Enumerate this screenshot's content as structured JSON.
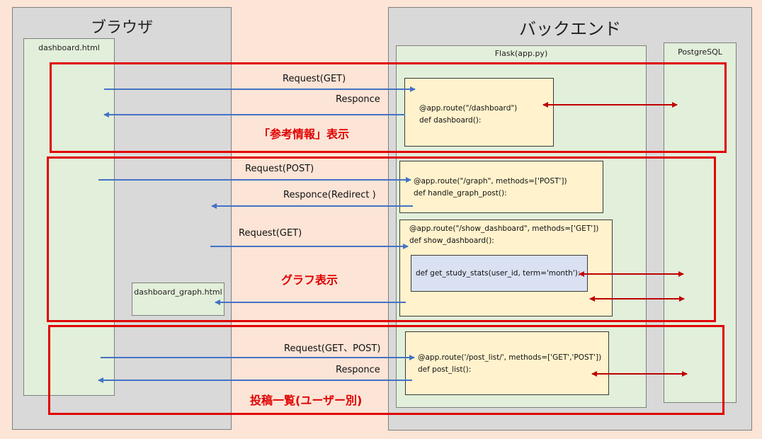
{
  "browser": {
    "title": "ブラウザ",
    "dashboard_html": "dashboard.html",
    "dashboard_graph_html": "dashboard_graph.html"
  },
  "backend": {
    "title": "バックエンド",
    "flask": "Flask(app.py)",
    "postgres": "PostgreSQL"
  },
  "section1": {
    "label": "「参考情報」表示",
    "request": "Request(GET)",
    "response": "Responce",
    "code_line1": "@app.route(\"/dashboard\")",
    "code_line2": "def dashboard():"
  },
  "section2": {
    "label": "グラフ表示",
    "request_post": "Request(POST)",
    "response_redirect": "Responce(Redirect )",
    "request_get": "Request(GET)",
    "graph_code_line1": "@app.route(\"/graph\", methods=['POST'])",
    "graph_code_line2": "def handle_graph_post():",
    "show_code_line1": "@app.route(\"/show_dashboard\", methods=['GET'])",
    "show_code_line2": "def show_dashboard():",
    "stats_code": "def get_study_stats(user_id, term='month'):"
  },
  "section3": {
    "label": "投稿一覧(ユーザー別)",
    "request": "Request(GET、POST)",
    "response": "Responce",
    "code_line1": "@app.route('/post_list/', methods=['GET','POST'])",
    "code_line2": "def post_list():"
  },
  "colors": {
    "blue_arrow": "#4472c4",
    "red_arrow": "#c00000",
    "red_box": "#e00000"
  }
}
